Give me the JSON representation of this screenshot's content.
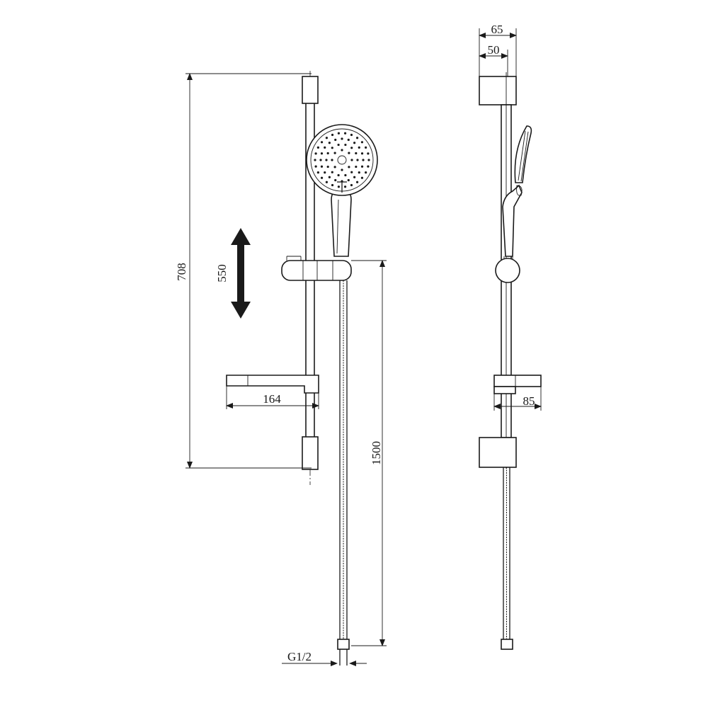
{
  "diagram": {
    "front_view": {
      "rail_height_label": "708",
      "slide_range_label": "550",
      "soap_dish_width_label": "164",
      "hose_length_label": "1500",
      "connector_label": "G1/2"
    },
    "side_view": {
      "bracket_depth_label": "65",
      "bracket_inner_label": "50",
      "soap_dish_depth_label": "85"
    },
    "colors": {
      "line": "#1a1a1a",
      "background": "#ffffff"
    },
    "icons": [
      "double-arrow-icon",
      "hand-shower-icon"
    ]
  }
}
